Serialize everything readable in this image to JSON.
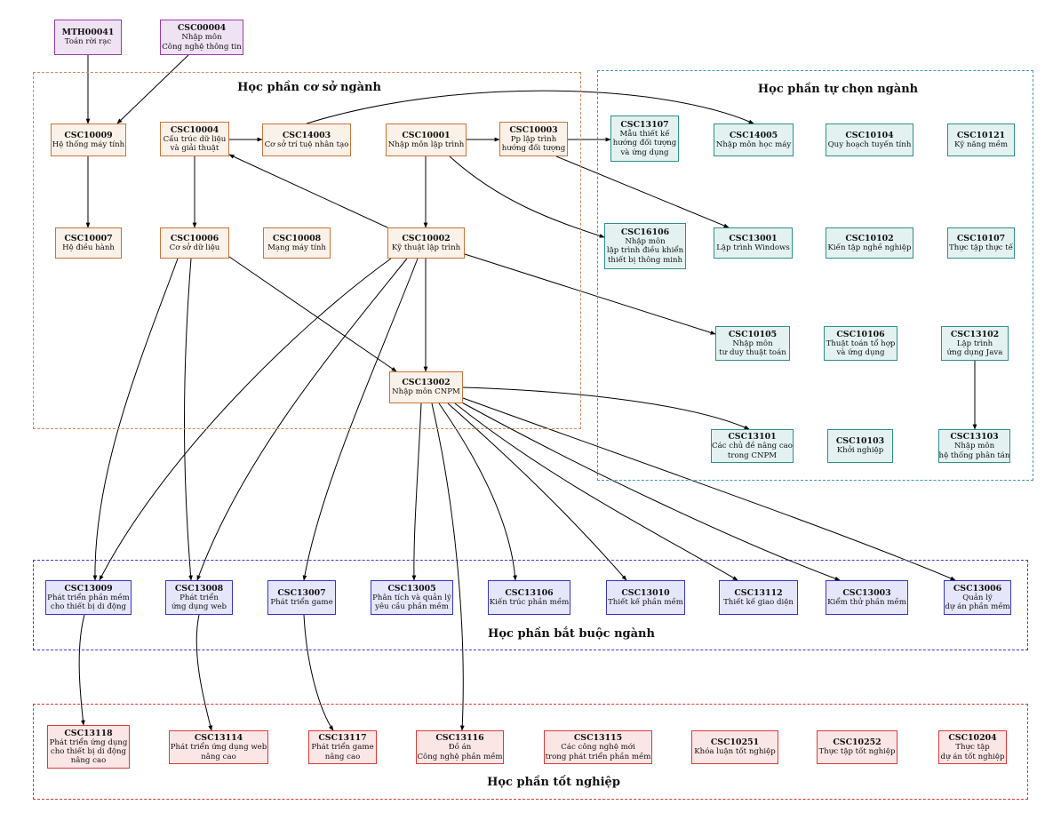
{
  "colors": {
    "group_co_so": "#d2895a",
    "group_tu_chon": "#3f95c3",
    "group_bat_buoc": "#3a3ad0",
    "group_tot_nghiep": "#d63a3a",
    "edge": "#000000"
  },
  "groups": [
    {
      "id": "co-so",
      "title": "Học phần cơ sở ngành"
    },
    {
      "id": "tu-chon",
      "title": "Học phần tự chọn ngành"
    },
    {
      "id": "bat-buoc",
      "title": "Học phần bắt buộc ngành"
    },
    {
      "id": "tot-nghiep",
      "title": "Học phần tốt nghiệp"
    }
  ],
  "courses": [
    {
      "code": "MTH00041",
      "lines": [
        "Toán rời rạc"
      ]
    },
    {
      "code": "CSC00004",
      "lines": [
        "Nhập môn",
        "Công nghệ thông tin"
      ]
    },
    {
      "code": "CSC10009",
      "lines": [
        "Hệ thống máy tính"
      ]
    },
    {
      "code": "CSC10004",
      "lines": [
        "Cấu trúc dữ liệu",
        "và giải thuật"
      ]
    },
    {
      "code": "CSC14003",
      "lines": [
        "Cơ sở trí tuệ nhân tạo"
      ]
    },
    {
      "code": "CSC10001",
      "lines": [
        "Nhập môn lập trình"
      ]
    },
    {
      "code": "CSC10003",
      "lines": [
        "Pp lập trình",
        "hướng đối tượng"
      ]
    },
    {
      "code": "CSC10007",
      "lines": [
        "Hệ điều hành"
      ]
    },
    {
      "code": "CSC10006",
      "lines": [
        "Cơ sở dữ liệu"
      ]
    },
    {
      "code": "CSC10008",
      "lines": [
        "Mạng máy tính"
      ]
    },
    {
      "code": "CSC10002",
      "lines": [
        "Kỹ thuật lập trình"
      ]
    },
    {
      "code": "CSC13002",
      "lines": [
        "Nhập môn CNPM"
      ]
    },
    {
      "code": "CSC13107",
      "lines": [
        "Mẫu thiết kế",
        "hướng đối tượng",
        "và ứng dụng"
      ]
    },
    {
      "code": "CSC14005",
      "lines": [
        "Nhập môn học máy"
      ]
    },
    {
      "code": "CSC10104",
      "lines": [
        "Quy hoạch tuyến tính"
      ]
    },
    {
      "code": "CSC10121",
      "lines": [
        "Kỹ năng mềm"
      ]
    },
    {
      "code": "CSC16106",
      "lines": [
        "Nhập môn",
        "lập trình điều khiển",
        "thiết bị thông minh"
      ]
    },
    {
      "code": "CSC13001",
      "lines": [
        "Lập trình Windows"
      ]
    },
    {
      "code": "CSC10102",
      "lines": [
        "Kiến tập nghề nghiệp"
      ]
    },
    {
      "code": "CSC10107",
      "lines": [
        "Thực tập thực tế"
      ]
    },
    {
      "code": "CSC10105",
      "lines": [
        "Nhập môn",
        "tư duy thuật toán"
      ]
    },
    {
      "code": "CSC10106",
      "lines": [
        "Thuật toán tổ hợp",
        "và ứng dụng"
      ]
    },
    {
      "code": "CSC13102",
      "lines": [
        "Lập trình",
        "ứng dụng Java"
      ]
    },
    {
      "code": "CSC13101",
      "lines": [
        "Các chủ đề nâng cao",
        "trong CNPM"
      ]
    },
    {
      "code": "CSC10103",
      "lines": [
        "Khởi nghiệp"
      ]
    },
    {
      "code": "CSC13103",
      "lines": [
        "Nhập môn",
        "hệ thống phân tán"
      ]
    },
    {
      "code": "CSC13009",
      "lines": [
        "Phát triển phần mềm",
        "cho thiết bị di động"
      ]
    },
    {
      "code": "CSC13008",
      "lines": [
        "Phát triển",
        "ứng dụng web"
      ]
    },
    {
      "code": "CSC13007",
      "lines": [
        "Phát triển game"
      ]
    },
    {
      "code": "CSC13005",
      "lines": [
        "Phân tích và quản lý",
        "yêu cầu phần mềm"
      ]
    },
    {
      "code": "CSC13106",
      "lines": [
        "Kiến trúc phần mềm"
      ]
    },
    {
      "code": "CSC13010",
      "lines": [
        "Thiết kế phần mềm"
      ]
    },
    {
      "code": "CSC13112",
      "lines": [
        "Thiết kế giao diện"
      ]
    },
    {
      "code": "CSC13003",
      "lines": [
        "Kiểm thử phần mềm"
      ]
    },
    {
      "code": "CSC13006",
      "lines": [
        "Quản lý",
        "dự án phần mềm"
      ]
    },
    {
      "code": "CSC13118",
      "lines": [
        "Phát triển ứng dụng",
        "cho thiết bị di động",
        "nâng cao"
      ]
    },
    {
      "code": "CSC13114",
      "lines": [
        "Phát triển ứng dụng web",
        "nâng cao"
      ]
    },
    {
      "code": "CSC13117",
      "lines": [
        "Phát triển game",
        "nâng cao"
      ]
    },
    {
      "code": "CSC13116",
      "lines": [
        "Đồ án",
        "Công nghệ phần mềm"
      ]
    },
    {
      "code": "CSC13115",
      "lines": [
        "Các công nghệ mới",
        "trong phát triển phần mềm"
      ]
    },
    {
      "code": "CSC10251",
      "lines": [
        "Khóa luận tốt nghiệp"
      ]
    },
    {
      "code": "CSC10252",
      "lines": [
        "Thực tập tốt nghiệp"
      ]
    },
    {
      "code": "CSC10204",
      "lines": [
        "Thực tập",
        "dự án tốt nghiệp"
      ]
    }
  ],
  "prerequisites": [
    {
      "from": "MTH00041",
      "to": "CSC10009"
    },
    {
      "from": "CSC00004",
      "to": "CSC10009"
    },
    {
      "from": "CSC10009",
      "to": "CSC10007"
    },
    {
      "from": "CSC10004",
      "to": "CSC10006"
    },
    {
      "from": "CSC10004",
      "to": "CSC14003"
    },
    {
      "from": "CSC10001",
      "to": "CSC10003"
    },
    {
      "from": "CSC10001",
      "to": "CSC10002"
    },
    {
      "from": "CSC10001",
      "to": "CSC16106"
    },
    {
      "from": "CSC10002",
      "to": "CSC10004"
    },
    {
      "from": "CSC10002",
      "to": "CSC13002"
    },
    {
      "from": "CSC10002",
      "to": "CSC10105"
    },
    {
      "from": "CSC10002",
      "to": "CSC13009"
    },
    {
      "from": "CSC10002",
      "to": "CSC13008"
    },
    {
      "from": "CSC10002",
      "to": "CSC13007"
    },
    {
      "from": "CSC10003",
      "to": "CSC13107"
    },
    {
      "from": "CSC10003",
      "to": "CSC13001"
    },
    {
      "from": "CSC14003",
      "to": "CSC14005"
    },
    {
      "from": "CSC10006",
      "to": "CSC13002"
    },
    {
      "from": "CSC10006",
      "to": "CSC13009"
    },
    {
      "from": "CSC10006",
      "to": "CSC13008"
    },
    {
      "from": "CSC13002",
      "to": "CSC13101"
    },
    {
      "from": "CSC13002",
      "to": "CSC13005"
    },
    {
      "from": "CSC13002",
      "to": "CSC13106"
    },
    {
      "from": "CSC13002",
      "to": "CSC13010"
    },
    {
      "from": "CSC13002",
      "to": "CSC13112"
    },
    {
      "from": "CSC13002",
      "to": "CSC13003"
    },
    {
      "from": "CSC13002",
      "to": "CSC13006"
    },
    {
      "from": "CSC13002",
      "to": "CSC13116"
    },
    {
      "from": "CSC13102",
      "to": "CSC13103"
    },
    {
      "from": "CSC13009",
      "to": "CSC13118"
    },
    {
      "from": "CSC13008",
      "to": "CSC13114"
    },
    {
      "from": "CSC13007",
      "to": "CSC13117"
    }
  ]
}
